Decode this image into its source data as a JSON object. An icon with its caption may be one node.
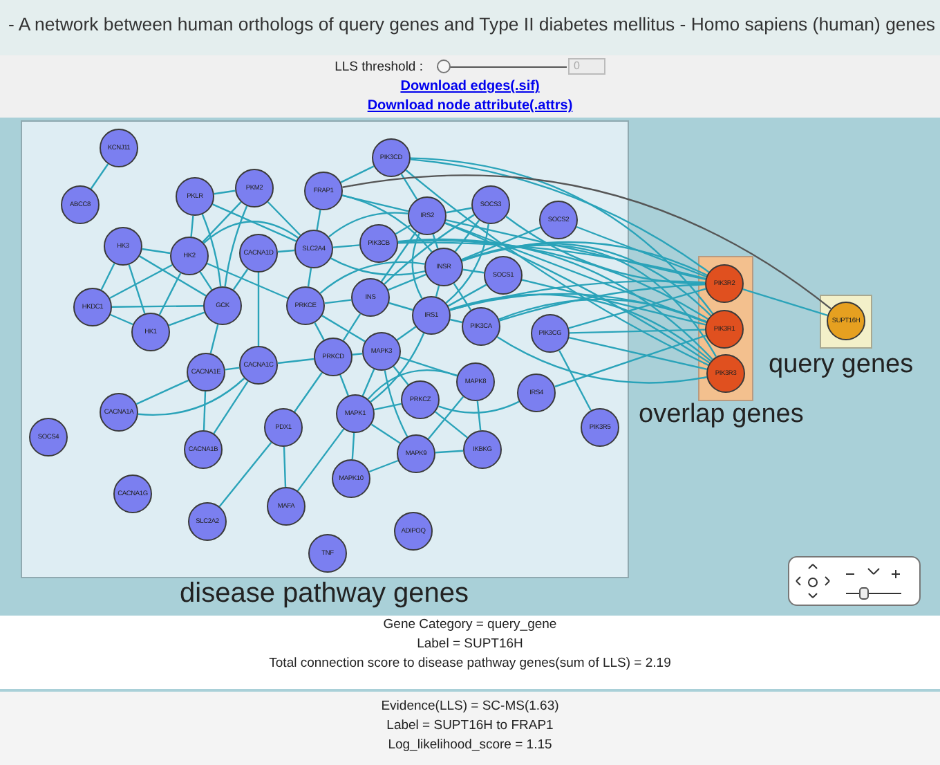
{
  "diagram": {
    "title": "- A network between human orthologs of query genes and Type II diabetes mellitus - Homo sapiens (human) genes",
    "nodes": [
      {
        "text": [
          "disease pathway genes"
        ]
      },
      {
        "text": [
          "KCNJ11"
        ],
        "in": 0
      },
      {
        "text": [
          "ABCC8"
        ],
        "in": 0
      },
      {
        "text": [
          "PKLR"
        ],
        "in": 0
      },
      {
        "text": [
          "PKM2"
        ],
        "in": 0
      },
      {
        "text": [
          "FRAP1"
        ],
        "in": 0
      },
      {
        "text": [
          "PIK3CD"
        ],
        "in": 0
      },
      {
        "text": [
          "SOCS3"
        ],
        "in": 0
      },
      {
        "text": [
          "SOCS2"
        ],
        "in": 0
      },
      {
        "text": [
          "HK3"
        ],
        "in": 0
      },
      {
        "text": [
          "HK2"
        ],
        "in": 0
      },
      {
        "text": [
          "CACNA1D"
        ],
        "in": 0
      },
      {
        "text": [
          "SLC2A4"
        ],
        "in": 0
      },
      {
        "text": [
          "IRS2"
        ],
        "in": 0
      },
      {
        "text": [
          "PIK3CB"
        ],
        "in": 0
      },
      {
        "text": [
          "INSR"
        ],
        "in": 0
      },
      {
        "text": [
          "SOCS1"
        ],
        "in": 0
      },
      {
        "text": [
          "HKDC1"
        ],
        "in": 0
      },
      {
        "text": [
          "GCK"
        ],
        "in": 0
      },
      {
        "text": [
          "PRKCE"
        ],
        "in": 0
      },
      {
        "text": [
          "INS"
        ],
        "in": 0
      },
      {
        "text": [
          "HK1"
        ],
        "in": 0
      },
      {
        "text": [
          "IRS1"
        ],
        "in": 0
      },
      {
        "text": [
          "PIK3CA"
        ],
        "in": 0
      },
      {
        "text": [
          "PIK3CG"
        ],
        "in": 0
      },
      {
        "text": [
          "PRKCD"
        ],
        "in": 0
      },
      {
        "text": [
          "MAPK3"
        ],
        "in": 0
      },
      {
        "text": [
          "CACNA1C"
        ],
        "in": 0
      },
      {
        "text": [
          "CACNA1E"
        ],
        "in": 0
      },
      {
        "text": [
          "MAPK8"
        ],
        "in": 0
      },
      {
        "text": [
          "IRS4"
        ],
        "in": 0
      },
      {
        "text": [
          "PRKCZ"
        ],
        "in": 0
      },
      {
        "text": [
          "MAPK1"
        ],
        "in": 0
      },
      {
        "text": [
          "CACNA1A"
        ],
        "in": 0
      },
      {
        "text": [
          "PDX1"
        ],
        "in": 0
      },
      {
        "text": [
          "SOCS4"
        ],
        "in": 0
      },
      {
        "text": [
          "PIK3R5"
        ],
        "in": 0
      },
      {
        "text": [
          "CACNA1B"
        ],
        "in": 0
      },
      {
        "text": [
          "MAPK9"
        ],
        "in": 0
      },
      {
        "text": [
          "IKBKG"
        ],
        "in": 0
      },
      {
        "text": [
          "MAPK10"
        ],
        "in": 0
      },
      {
        "text": [
          "CACNA1G"
        ],
        "in": 0
      },
      {
        "text": [
          "MAFA"
        ],
        "in": 0
      },
      {
        "text": [
          "SLC2A2"
        ],
        "in": 0
      },
      {
        "text": [
          "ADIPOQ"
        ],
        "in": 0
      },
      {
        "text": [
          "TNF"
        ],
        "in": 0
      },
      {
        "text": [
          "overlap genes"
        ]
      },
      {
        "text": [
          "PIK3R2"
        ],
        "in": 46
      },
      {
        "text": [
          "PIK3R1"
        ],
        "in": 46
      },
      {
        "text": [
          "PIK3R3"
        ],
        "in": 46
      },
      {
        "text": [
          "query genes"
        ]
      },
      {
        "text": [
          "SUPT16H"
        ],
        "in": 50
      }
    ],
    "edges": [
      {
        "from": 1,
        "to": 2,
        "arrow": "none"
      },
      {
        "from": 3,
        "to": 4,
        "arrow": "none"
      },
      {
        "from": 3,
        "to": 10,
        "arrow": "none"
      },
      {
        "from": 3,
        "to": 18,
        "arrow": "none"
      },
      {
        "from": 3,
        "to": 12,
        "arrow": "none"
      },
      {
        "from": 4,
        "to": 10,
        "arrow": "none"
      },
      {
        "from": 4,
        "to": 18,
        "arrow": "none"
      },
      {
        "from": 4,
        "to": 12,
        "arrow": "none"
      },
      {
        "from": 9,
        "to": 10,
        "arrow": "none"
      },
      {
        "from": 9,
        "to": 17,
        "arrow": "none"
      },
      {
        "from": 9,
        "to": 21,
        "arrow": "none"
      },
      {
        "from": 9,
        "to": 18,
        "arrow": "none"
      },
      {
        "from": 10,
        "to": 17,
        "arrow": "none"
      },
      {
        "from": 10,
        "to": 21,
        "arrow": "none"
      },
      {
        "from": 10,
        "to": 18,
        "arrow": "none"
      },
      {
        "from": 10,
        "to": 12,
        "arrow": "none"
      },
      {
        "from": 10,
        "to": 19,
        "arrow": "none"
      },
      {
        "from": 17,
        "to": 18,
        "arrow": "none"
      },
      {
        "from": 17,
        "to": 21,
        "arrow": "none"
      },
      {
        "from": 21,
        "to": 18,
        "arrow": "none"
      },
      {
        "from": 18,
        "to": 11,
        "arrow": "none"
      },
      {
        "from": 18,
        "to": 28,
        "arrow": "none"
      },
      {
        "from": 11,
        "to": 12,
        "arrow": "none"
      },
      {
        "from": 11,
        "to": 27,
        "arrow": "none"
      },
      {
        "from": 5,
        "to": 12,
        "arrow": "none"
      },
      {
        "from": 5,
        "to": 13,
        "arrow": "none"
      },
      {
        "from": 5,
        "to": 6,
        "arrow": "none"
      },
      {
        "from": 5,
        "to": 15,
        "arrow": "none"
      },
      {
        "from": 12,
        "to": 19,
        "arrow": "none"
      },
      {
        "from": 12,
        "to": 13,
        "arrow": "none"
      },
      {
        "from": 12,
        "to": 14,
        "arrow": "none"
      },
      {
        "from": 12,
        "to": 15,
        "arrow": "none"
      },
      {
        "from": 6,
        "to": 13,
        "arrow": "none"
      },
      {
        "from": 13,
        "to": 15,
        "arrow": "none"
      },
      {
        "from": 13,
        "to": 7,
        "arrow": "none"
      },
      {
        "from": 13,
        "to": 14,
        "arrow": "none"
      },
      {
        "from": 13,
        "to": 20,
        "arrow": "none"
      },
      {
        "from": 13,
        "to": 22,
        "arrow": "none"
      },
      {
        "from": 15,
        "to": 20,
        "arrow": "none"
      },
      {
        "from": 15,
        "to": 22,
        "arrow": "none"
      },
      {
        "from": 15,
        "to": 16,
        "arrow": "none"
      },
      {
        "from": 15,
        "to": 7,
        "arrow": "none"
      },
      {
        "from": 15,
        "to": 23,
        "arrow": "none"
      },
      {
        "from": 15,
        "to": 19,
        "arrow": "none"
      },
      {
        "from": 8,
        "to": 15,
        "arrow": "none"
      },
      {
        "from": 20,
        "to": 19,
        "arrow": "none"
      },
      {
        "from": 20,
        "to": 22,
        "arrow": "none"
      },
      {
        "from": 20,
        "to": 25,
        "arrow": "none"
      },
      {
        "from": 22,
        "to": 23,
        "arrow": "none"
      },
      {
        "from": 22,
        "to": 16,
        "arrow": "none"
      },
      {
        "from": 22,
        "to": 7,
        "arrow": "none"
      },
      {
        "from": 22,
        "to": 26,
        "arrow": "none"
      },
      {
        "from": 22,
        "to": 32,
        "arrow": "none"
      },
      {
        "from": 7,
        "to": 20,
        "arrow": "none"
      },
      {
        "from": 19,
        "to": 25,
        "arrow": "none"
      },
      {
        "from": 19,
        "to": 26,
        "arrow": "none"
      },
      {
        "from": 27,
        "to": 25,
        "arrow": "none"
      },
      {
        "from": 27,
        "to": 28,
        "arrow": "none"
      },
      {
        "from": 27,
        "to": 33,
        "arrow": "none"
      },
      {
        "from": 27,
        "to": 37,
        "arrow": "none"
      },
      {
        "from": 28,
        "to": 33,
        "arrow": "none"
      },
      {
        "from": 28,
        "to": 37,
        "arrow": "none"
      },
      {
        "from": 25,
        "to": 32,
        "arrow": "none"
      },
      {
        "from": 25,
        "to": 26,
        "arrow": "none"
      },
      {
        "from": 26,
        "to": 32,
        "arrow": "none"
      },
      {
        "from": 26,
        "to": 29,
        "arrow": "none"
      },
      {
        "from": 26,
        "to": 38,
        "arrow": "none"
      },
      {
        "from": 26,
        "to": 31,
        "arrow": "none"
      },
      {
        "from": 32,
        "to": 40,
        "arrow": "none"
      },
      {
        "from": 32,
        "to": 38,
        "arrow": "none"
      },
      {
        "from": 32,
        "to": 31,
        "arrow": "none"
      },
      {
        "from": 32,
        "to": 29,
        "arrow": "none"
      },
      {
        "from": 29,
        "to": 38,
        "arrow": "none"
      },
      {
        "from": 29,
        "to": 39,
        "arrow": "none"
      },
      {
        "from": 38,
        "to": 39,
        "arrow": "none"
      },
      {
        "from": 38,
        "to": 40,
        "arrow": "none"
      },
      {
        "from": 31,
        "to": 39,
        "arrow": "none"
      },
      {
        "from": 31,
        "to": 30,
        "arrow": "none"
      },
      {
        "from": 34,
        "to": 42,
        "arrow": "none"
      },
      {
        "from": 34,
        "to": 43,
        "arrow": "none"
      },
      {
        "from": 34,
        "to": 25,
        "arrow": "none"
      },
      {
        "from": 42,
        "to": 32,
        "arrow": "none"
      },
      {
        "from": 24,
        "to": 36,
        "arrow": "none"
      },
      {
        "from": 6,
        "to": 47,
        "arrow": "none"
      },
      {
        "from": 6,
        "to": 48,
        "arrow": "none"
      },
      {
        "from": 6,
        "to": 49,
        "arrow": "none"
      },
      {
        "from": 14,
        "to": 47,
        "arrow": "none"
      },
      {
        "from": 14,
        "to": 48,
        "arrow": "none"
      },
      {
        "from": 14,
        "to": 49,
        "arrow": "none"
      },
      {
        "from": 23,
        "to": 47,
        "arrow": "none"
      },
      {
        "from": 23,
        "to": 48,
        "arrow": "none"
      },
      {
        "from": 23,
        "to": 49,
        "arrow": "none"
      },
      {
        "from": 24,
        "to": 47,
        "arrow": "none"
      },
      {
        "from": 24,
        "to": 48,
        "arrow": "none"
      },
      {
        "from": 24,
        "to": 49,
        "arrow": "none"
      },
      {
        "from": 13,
        "to": 47,
        "arrow": "none"
      },
      {
        "from": 13,
        "to": 48,
        "arrow": "none"
      },
      {
        "from": 13,
        "to": 49,
        "arrow": "none"
      },
      {
        "from": 15,
        "to": 47,
        "arrow": "none"
      },
      {
        "from": 15,
        "to": 48,
        "arrow": "none"
      },
      {
        "from": 15,
        "to": 49,
        "arrow": "none"
      },
      {
        "from": 22,
        "to": 47,
        "arrow": "none"
      },
      {
        "from": 22,
        "to": 48,
        "arrow": "none"
      },
      {
        "from": 22,
        "to": 49,
        "arrow": "none"
      },
      {
        "from": 7,
        "to": 47,
        "arrow": "none"
      },
      {
        "from": 30,
        "to": 48,
        "arrow": "none"
      },
      {
        "from": 8,
        "to": 47,
        "arrow": "none"
      },
      {
        "from": 16,
        "to": 48,
        "arrow": "none"
      },
      {
        "from": 5,
        "to": 51,
        "arrow": "none",
        "color": "#555555"
      },
      {
        "from": 47,
        "to": 51,
        "arrow": "none"
      }
    ],
    "labels": [
      "LLS threshold :",
      "0",
      "Download edges(.sif)",
      "Download node attribute(.attrs)",
      "Gene Category = query_gene",
      "Label = SUPT16H",
      "Total connection score to disease pathway genes(sum of LLS) = 2.19",
      "Evidence(LLS) = SC-MS(1.63)",
      "Label = SUPT16H to FRAP1",
      "Log_likelihood_score = 1.15"
    ]
  }
}
